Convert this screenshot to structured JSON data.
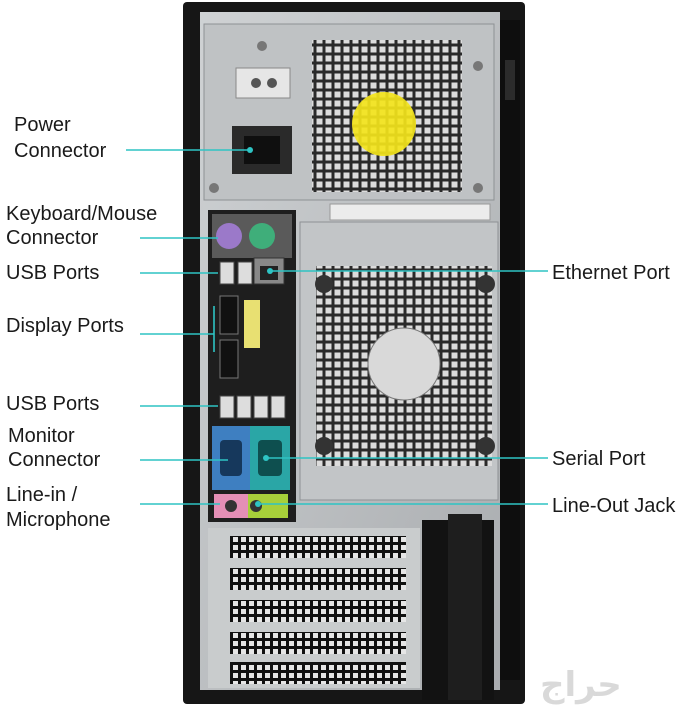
{
  "labels": {
    "power": [
      "Power",
      "Connector"
    ],
    "keyboard_mouse": [
      "Keyboard/Mouse",
      "Connector"
    ],
    "usb_top": "USB Ports",
    "display": "Display Ports",
    "usb_bottom": "USB Ports",
    "monitor": [
      "Monitor",
      "Connector"
    ],
    "line_in": [
      "Line-in /",
      "Microphone"
    ],
    "ethernet": "Ethernet Port",
    "serial": "Serial Port",
    "line_out": "Line-Out Jack"
  },
  "watermark": "حراج",
  "colors": {
    "leader": "#2ec4c4",
    "case_black": "#161616",
    "panel_gray": "#b9bcbe",
    "ps2_purple": "#9b79c9",
    "ps2_green": "#3fae7a",
    "vga_blue": "#3e7fc1",
    "serial_teal": "#2aa6a6",
    "audio_pink": "#e48fb6",
    "audio_green": "#a7cf3a",
    "fan_yellow": "#f3e41b"
  }
}
